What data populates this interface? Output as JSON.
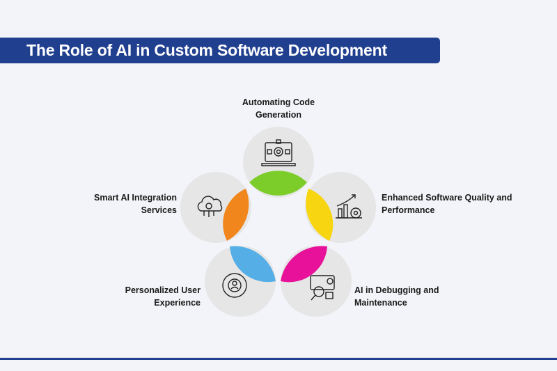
{
  "title": "The Role of AI in Custom Software Development",
  "items": [
    {
      "label": "Automating Code Generation",
      "l1": "Automating Code",
      "l2": "Generation",
      "icon": "laptop-gear-icon",
      "color": "#7ccd2a"
    },
    {
      "label": "Enhanced Software Quality and Performance",
      "l1": "Enhanced Software Quality and",
      "l2": "Performance",
      "icon": "chart-gear-icon",
      "color": "#f7d511"
    },
    {
      "label": "AI in Debugging and Maintenance",
      "l1": "AI in Debugging and",
      "l2": "Maintenance",
      "icon": "magnifier-gear-icon",
      "color": "#e7119a"
    },
    {
      "label": "Personalized User Experience",
      "l1": "Personalized User",
      "l2": "Experience",
      "icon": "user-gear-cycle-icon",
      "color": "#55aee6"
    },
    {
      "label": "Smart AI Integration Services",
      "l1": "Smart AI Integration",
      "l2": "Services",
      "icon": "cloud-gear-icon",
      "color": "#f0861c"
    }
  ]
}
